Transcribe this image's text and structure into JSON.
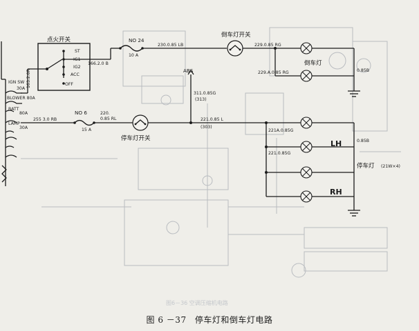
{
  "caption": {
    "figure_no": "图 6 －37",
    "title": "停车灯和倒车灯电路"
  },
  "ignition_switch": {
    "title": "点火开关",
    "positions": [
      "ST",
      "IG1",
      "IG2",
      "ACC",
      "OFF"
    ],
    "feed_wire": "166.2.0 B",
    "input_wire": "163.2.0R"
  },
  "left_fuses": {
    "ign_sw": "IGN SW",
    "ign_sw_amp": "30A",
    "blower": "BLOWER 80A",
    "batt": "BATT",
    "batt_amp": "80A",
    "lamp": "LAMP",
    "lamp_amp": "30A"
  },
  "fuse_no24": {
    "label": "NO 24",
    "amp": "10 A",
    "out_wire": "230.0.85 LB"
  },
  "fuse_no6": {
    "label": "NO 6",
    "amp": "15 A",
    "in_wire": "255 3.0 RB",
    "out_wire_a": "220.",
    "out_wire_b": "0.85 RL"
  },
  "reverse_switch": {
    "label": "倒车灯开关",
    "out_wire": "229.0.85 RG"
  },
  "reverse_lamps": {
    "label": "倒车灯",
    "branch_wire": "229.A.0.85 RG",
    "ground_wire": "0.85B"
  },
  "abs": {
    "label": "ABS",
    "wire": "311.0.85G",
    "code": "(313)"
  },
  "brake_switch": {
    "label": "停车灯开关",
    "out_wire": "221.0.85 L",
    "code": "(303)"
  },
  "brake_lamps": {
    "label": "停车灯",
    "spec": "(21W×4)",
    "wire_a": "221A.0.85G",
    "wire_b": "221.0.85G",
    "lh": "LH",
    "rh": "RH",
    "ground_wire": "0.85B"
  },
  "bleed_through": "图6－36 空调压缩机电路"
}
